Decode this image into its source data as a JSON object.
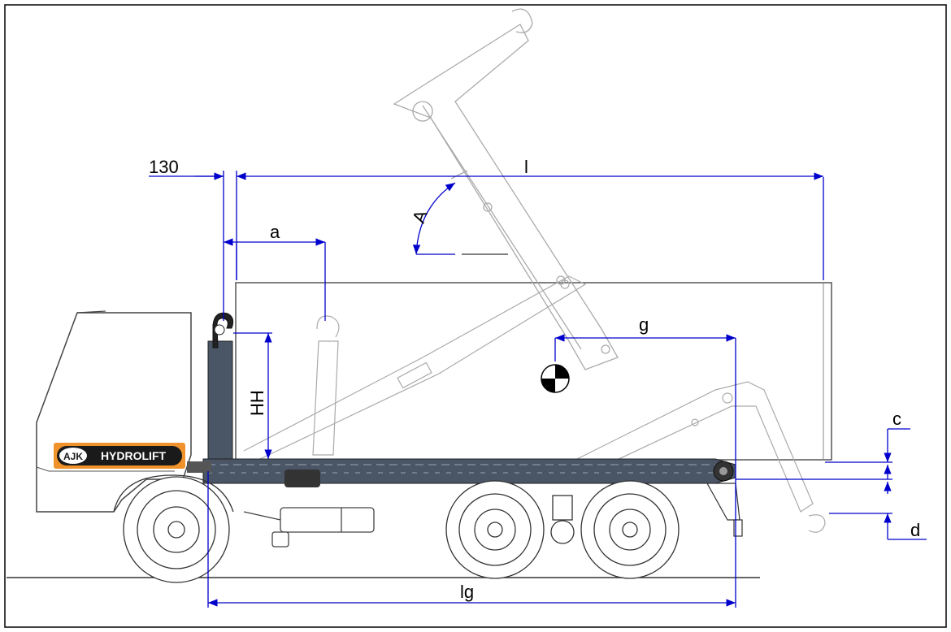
{
  "diagram": {
    "labels": {
      "overhang": "130",
      "body_length": "l",
      "hook_offset": "a",
      "tip_angle": "A",
      "hook_height": "HH",
      "center_of_gravity": "g",
      "frame_clearance": "c",
      "rear_drop": "d",
      "wheelbase": "lg"
    },
    "logo": {
      "emblem": "AJK",
      "brand": "HYDROLIFT",
      "accent_color": "#f0922b"
    },
    "colors": {
      "dimension_lines": "#0000cc",
      "outline": "#444444",
      "frame": "#4a5566"
    }
  }
}
